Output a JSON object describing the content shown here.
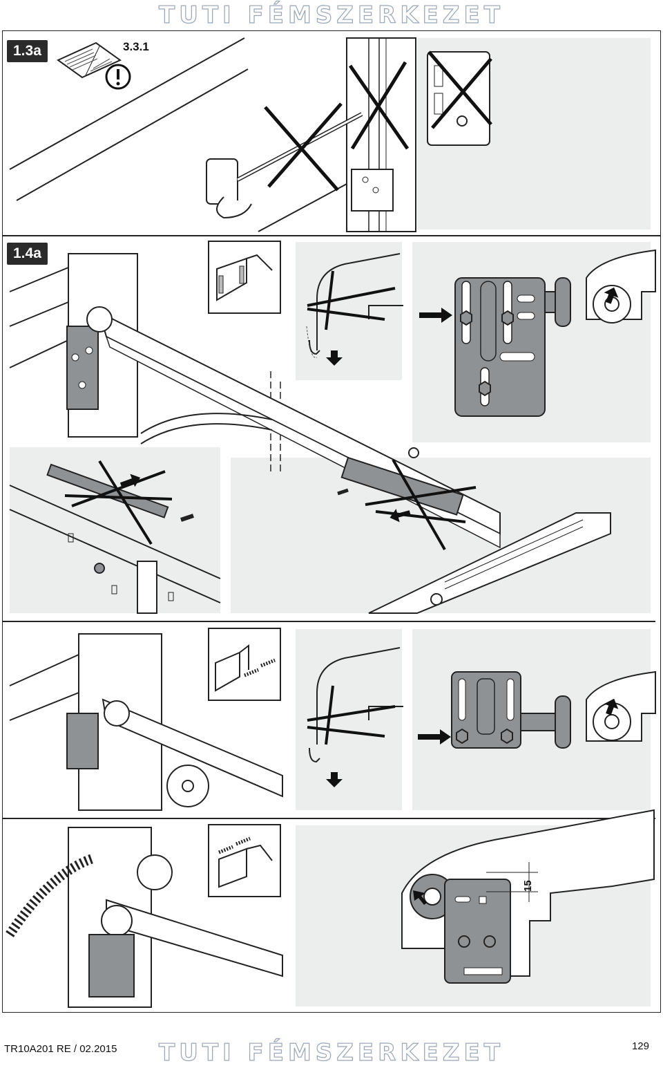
{
  "watermark": "TUTI FÉMSZERKEZET",
  "section_a": {
    "label": "1.3a",
    "reference": "3.3.1"
  },
  "section_b": {
    "label": "1.4a"
  },
  "dimension": "15",
  "footer": {
    "doc_code": "TR10A201 RE / 02.2015",
    "page_number": "129"
  },
  "icons": [
    "manual-icon",
    "warning-icon",
    "cross-out-icon",
    "arrow-icon"
  ],
  "colors": {
    "panel_gray": "#eceded",
    "part_gray": "#8f9295",
    "line": "#222222",
    "label_bg": "#2b2b2b"
  }
}
